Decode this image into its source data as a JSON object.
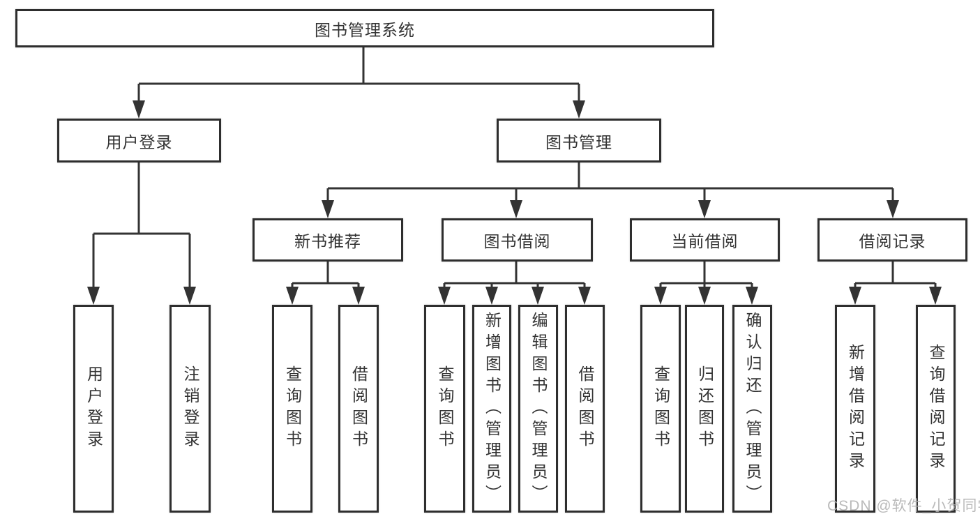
{
  "diagram": {
    "root": {
      "label": "图书管理系统"
    },
    "level2": {
      "user_login": {
        "label": "用户登录"
      },
      "book_management": {
        "label": "图书管理"
      }
    },
    "level3": {
      "new_book_recommend": {
        "label": "新书推荐"
      },
      "book_borrowing": {
        "label": "图书借阅"
      },
      "current_borrowing": {
        "label": "当前借阅"
      },
      "borrowing_records": {
        "label": "借阅记录"
      }
    },
    "leaves": {
      "user_login": [
        "用户登录",
        "注销登录"
      ],
      "new_book_recommend": [
        "查询图书",
        "借阅图书"
      ],
      "book_borrowing": [
        "查询图书",
        "新增图书（管理员）",
        "编辑图书（管理员）",
        "借阅图书"
      ],
      "current_borrowing": [
        "查询图书",
        "归还图书",
        "确认归还（管理员）"
      ],
      "borrowing_records": [
        "新增借阅记录",
        "查询借阅记录"
      ]
    }
  },
  "watermark": "CSDN @软件_小贺同学",
  "colors": {
    "line": "#333333",
    "box_border": "#2e2e2e",
    "text": "#333333",
    "watermark": "#b3b3b3",
    "background": "#ffffff"
  }
}
